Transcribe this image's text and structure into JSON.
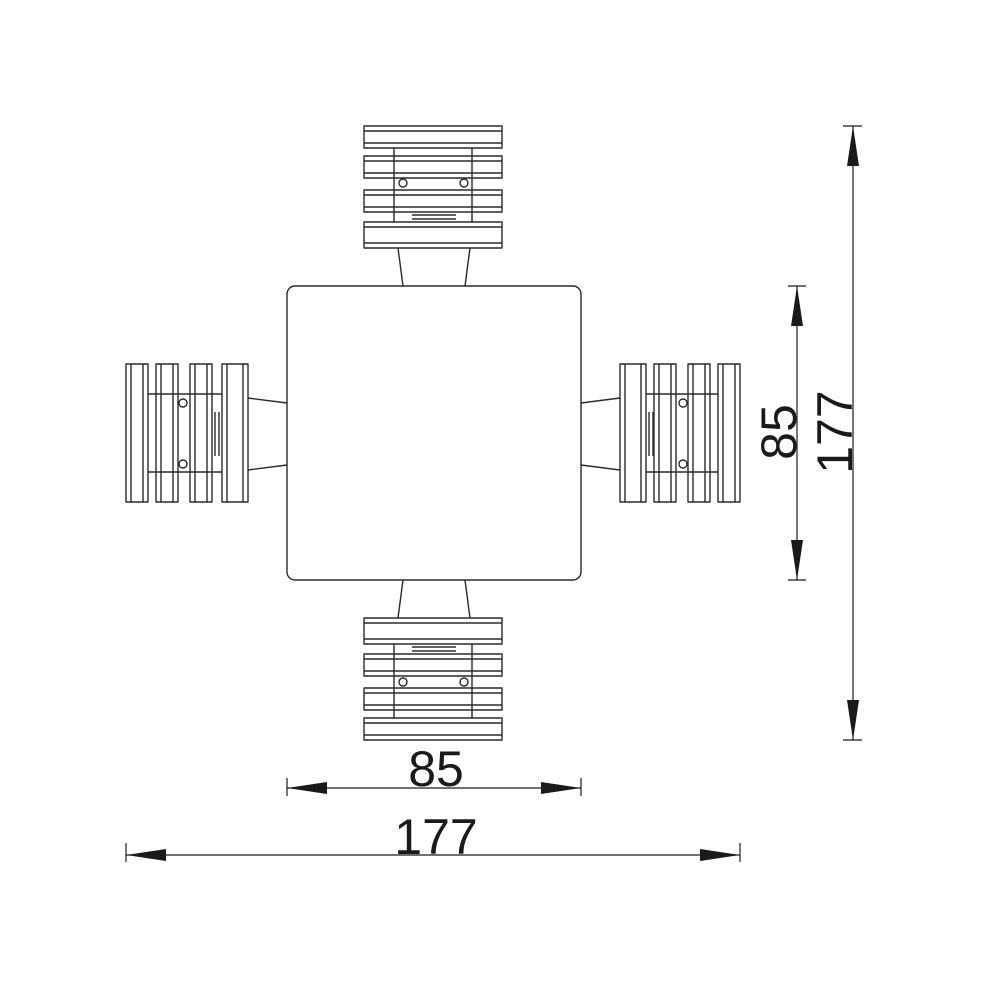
{
  "title": "",
  "colors": {
    "line": "#2a2a2a",
    "background": "#ffffff"
  },
  "dimensions": {
    "table_width": "85",
    "overall_width": "177",
    "table_depth": "85",
    "overall_depth": "177"
  },
  "components": {
    "table": "square-table-top",
    "benches": [
      "bench-top",
      "bench-bottom",
      "bench-left",
      "bench-right"
    ]
  }
}
